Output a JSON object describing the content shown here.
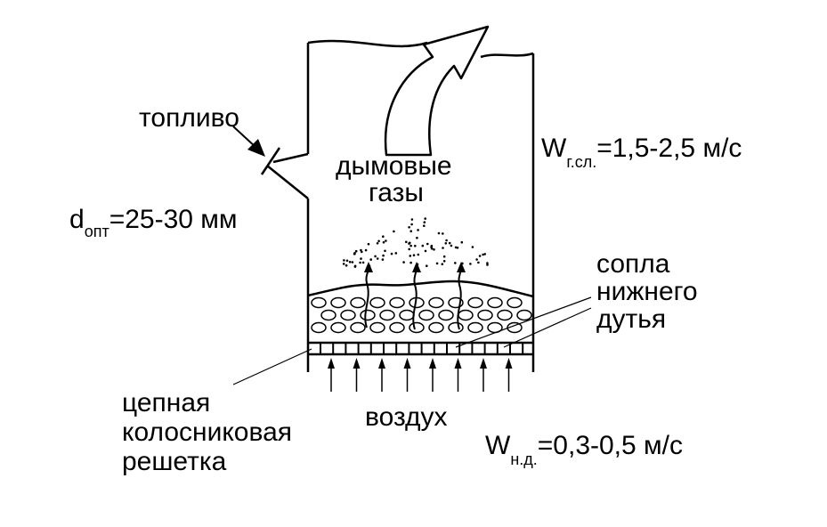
{
  "labels": {
    "fuel": "топливо",
    "flue_gases_line1": "дымовые",
    "flue_gases_line2": "газы",
    "d_main": "d",
    "d_sub": "опт",
    "d_value": "=25-30 мм",
    "w_layer_main": "W",
    "w_layer_sub": "г.сл.",
    "w_layer_value": "=1,5-2,5 м/с",
    "nozzles_line1": "сопла",
    "nozzles_line2": "нижнего",
    "nozzles_line3": "дутья",
    "grate_line1": "цепная",
    "grate_line2": "колосниковая",
    "grate_line3": "решетка",
    "air": "воздух",
    "w_blast_main": "W",
    "w_blast_sub": "н.д.",
    "w_blast_value": "=0,3-0,5 м/с"
  },
  "colors": {
    "ink": "#000000",
    "background": "#ffffff"
  }
}
